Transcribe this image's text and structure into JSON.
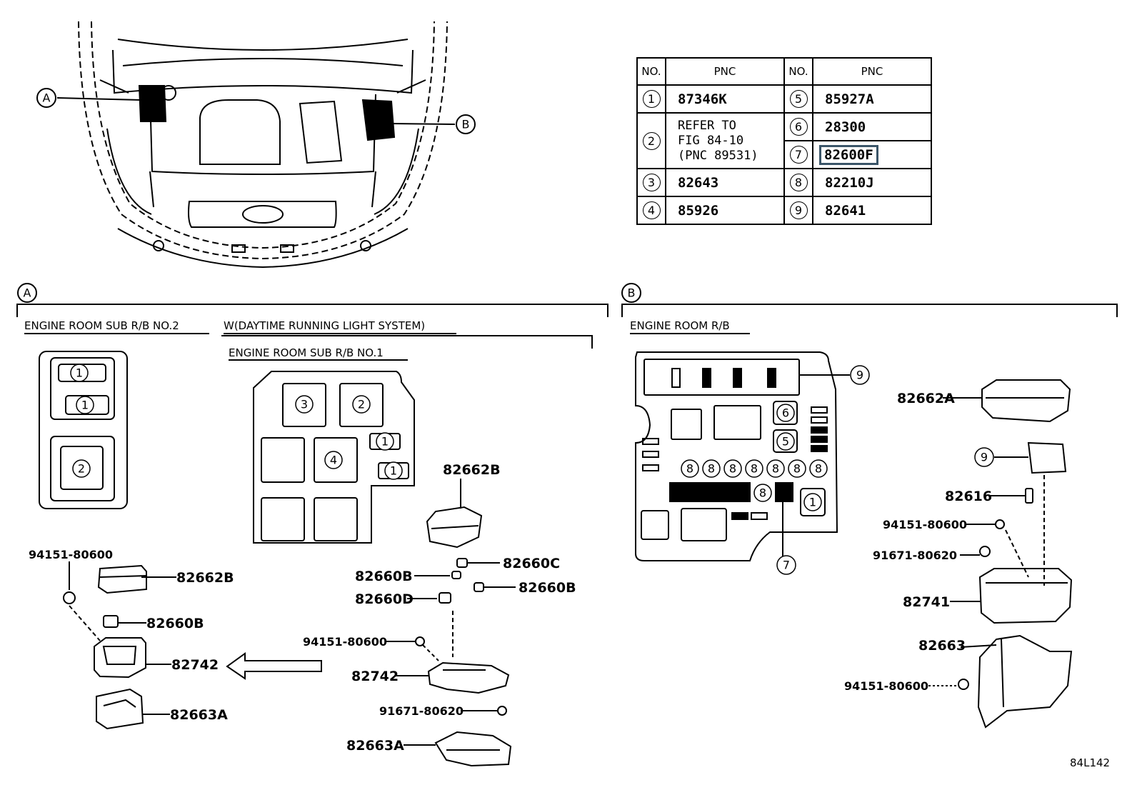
{
  "table": {
    "header": {
      "no": "NO.",
      "pnc": "PNC"
    },
    "rows_left": [
      {
        "no": "1",
        "pnc": "87346K"
      },
      {
        "no": "2",
        "pnc_lines": [
          "REFER TO",
          "FIG 84-10",
          "(PNC 89531)"
        ]
      },
      {
        "no": "3",
        "pnc": "82643"
      },
      {
        "no": "4",
        "pnc": "85926"
      }
    ],
    "rows_right": [
      {
        "no": "5",
        "pnc": "85927A"
      },
      {
        "no": "6",
        "pnc": "28300"
      },
      {
        "no": "7",
        "pnc": "82600F"
      },
      {
        "no": "8",
        "pnc": "82210J"
      },
      {
        "no": "9",
        "pnc": "82641"
      }
    ]
  },
  "view_markers": {
    "a": "A",
    "b": "B"
  },
  "sections": {
    "sub_rb_no2": "ENGINE ROOM SUB R/B NO.2",
    "drl": "W(DAYTIME RUNNING LIGHT SYSTEM)",
    "sub_rb_no1": "ENGINE ROOM SUB R/B NO.1",
    "room_rb": "ENGINE ROOM R/B"
  },
  "callouts": {
    "n1": "1",
    "n2": "2",
    "n3": "3",
    "n4": "4",
    "n5": "5",
    "n6": "6",
    "n7": "7",
    "n8": "8",
    "n9": "9"
  },
  "labels": {
    "l_82662B_a": "82662B",
    "l_82662B_b": "82662B",
    "l_82660C": "82660C",
    "l_82660B_a": "82660B",
    "l_82660B_b": "82660B",
    "l_82660B_c": "82660B",
    "l_82660D": "82660D",
    "l_94151_a": "94151-80600",
    "l_94151_b": "94151-80600",
    "l_94151_c": "94151-80600",
    "l_94151_d": "94151-80600",
    "l_82742_a": "82742",
    "l_82742_b": "82742",
    "l_91671_a": "91671-80620",
    "l_91671_b": "91671-80620",
    "l_82663A_a": "82663A",
    "l_82663A_b": "82663A",
    "l_82662A": "82662A",
    "l_82616": "82616",
    "l_82741": "82741",
    "l_82663": "82663",
    "fig_code": "84L142"
  }
}
